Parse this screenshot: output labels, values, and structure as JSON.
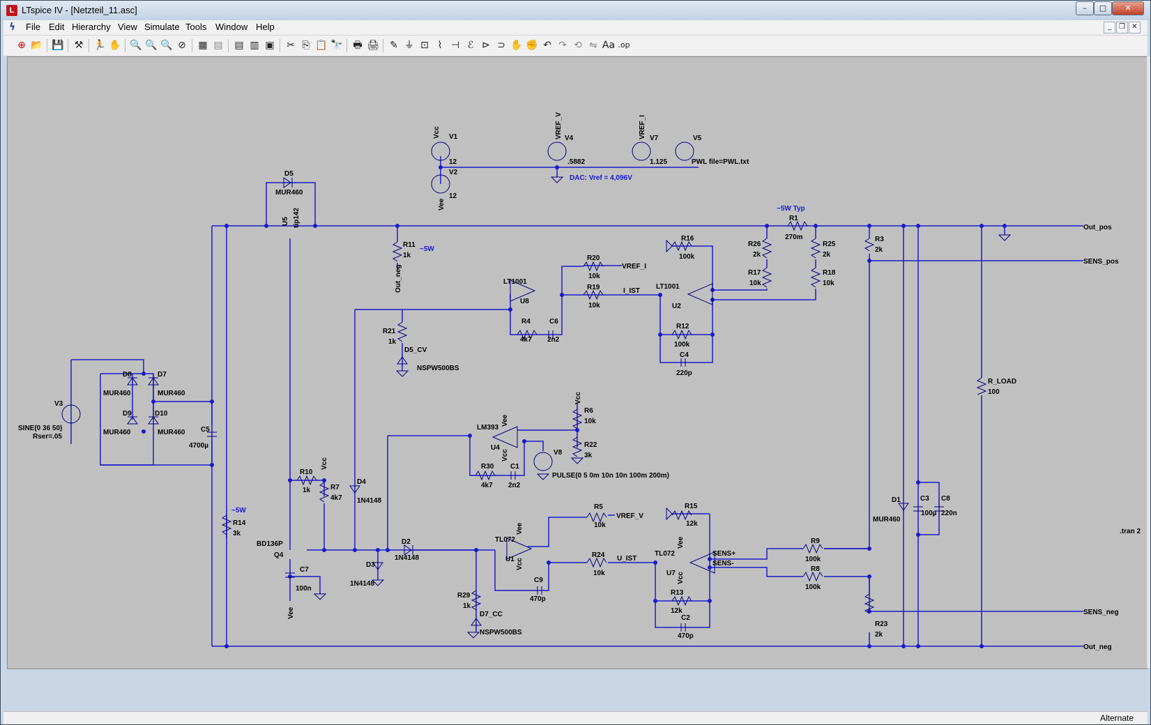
{
  "window": {
    "title": "LTspice IV - [Netzteil_11.asc]"
  },
  "menu": [
    "File",
    "Edit",
    "Hierarchy",
    "View",
    "Simulate",
    "Tools",
    "Window",
    "Help"
  ],
  "status": "Alternate",
  "labels": {
    "V1": "V1",
    "V1v": "12",
    "V2": "V2",
    "V2v": "12",
    "V4": "V4",
    "V4v": ".5882",
    "V7": "V7",
    "V7v": "1.125",
    "V5": "V5",
    "V5v": "PWL file=PWL.txt",
    "Vcc": "Vcc",
    "Vee": "Vee",
    "VREF_V": "VREF_V",
    "VREF_I": "VREF_I",
    "dac": "DAC: Vref = 4,096V",
    "D5": "D5",
    "D5v": "MUR460",
    "U5": "U5",
    "U5v": "tip142",
    "R1": "R1",
    "R1v": "270m",
    "r1note": "~5W Typ",
    "R11": "R11",
    "R11v": "1k",
    "r11note": "~5W",
    "Out_neg": "Out_neg",
    "Out_pos": "Out_pos",
    "SENS_pos": "SENS_pos",
    "SENS_neg": "SENS_neg",
    "R3": "R3",
    "R3v": "2k",
    "R26": "R26",
    "R26v": "2k",
    "R25": "R25",
    "R25v": "2k",
    "R17": "R17",
    "R17v": "10k",
    "R18": "R18",
    "R18v": "10k",
    "R16": "R16",
    "R16v": "100k",
    "LT1001a": "LT1001",
    "LT1001b": "LT1001",
    "R20": "R20",
    "R20v": "10k",
    "R19": "R19",
    "R19v": "10k",
    "I_IST": "I_IST",
    "U8": "U8",
    "U2": "U2",
    "R4": "R4",
    "R4v": "4k7",
    "C6": "C6",
    "C6v": "2n2",
    "R12": "R12",
    "R12v": "100k",
    "C4": "C4",
    "C4v": "220p",
    "R21": "R21",
    "R21v": "1k",
    "D5CV": "D5_CV",
    "NSPW1": "NSPW500BS",
    "V3": "V3",
    "V3v": "SINE(0 36 50)",
    "V3r": "Rser=.05",
    "D8": "D8",
    "D7": "D7",
    "D9": "D9",
    "D10": "D10",
    "MUR": "MUR460",
    "C5": "C5",
    "C5v": "4700µ",
    "LM393": "LM393",
    "U4": "U4",
    "R6": "R6",
    "R6v": "10k",
    "R22": "R22",
    "R22v": "3k",
    "V8": "V8",
    "V8v": "PULSE(0 5 0m 10n 10n 100m 200m)",
    "R30": "R30",
    "R30v": "4k7",
    "C1": "C1",
    "C1v": "2n2",
    "R10": "R10",
    "R10v": "1k",
    "R7": "R7",
    "R7v": "4k7",
    "D4": "D4",
    "D4v": "1N4148",
    "R14": "R14",
    "R14v": "3k",
    "r14note": "~5W",
    "BD136P": "BD136P",
    "Q4": "Q4",
    "C7": "C7",
    "C7v": "100n",
    "D2": "D2",
    "D2v": "1N4148",
    "D3": "D3",
    "D3v": "1N4148",
    "TL072a": "TL072",
    "U1": "U1",
    "R5": "R5",
    "R5v": "10k",
    "C9": "C9",
    "C9v": "470p",
    "R24": "R24",
    "R24v": "10k",
    "U_IST": "U_IST",
    "TL072b": "TL072",
    "U7": "U7",
    "R15": "R15",
    "R15v": "12k",
    "SENSp": "SENS+",
    "SENSm": "SENS-",
    "R13": "R13",
    "R13v": "12k",
    "C2": "C2",
    "C2v": "470p",
    "R29": "R29",
    "R29v": "1k",
    "D7CC": "D7_CC",
    "NSPW2": "NSPW500BS",
    "R9": "R9",
    "R9v": "100k",
    "R8": "R8",
    "R8v": "100k",
    "R23": "R23",
    "R23v": "2k",
    "D1": "D1",
    "D1v": "MUR460",
    "C3": "C3",
    "C3v": "100µ",
    "C8": "C8",
    "C8v": "220n",
    "RLOAD": "R_LOAD",
    "RLOADv": "100",
    "tran": ".tran 2"
  }
}
